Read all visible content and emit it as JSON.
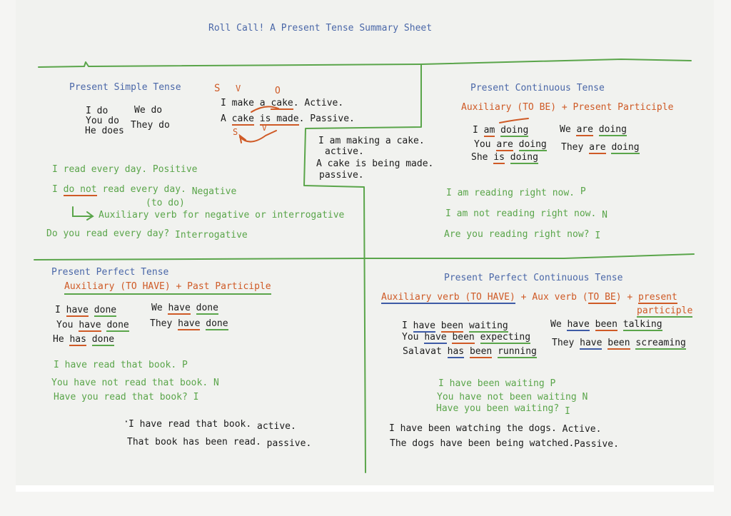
{
  "title": "Roll Call! A Present Tense Summary Sheet",
  "colors": {
    "heading": "#4a67a8",
    "formula": "#cf5a26",
    "example": "#5aa54a",
    "text": "#1c1c1c",
    "line": "#5aa54a"
  },
  "simple": {
    "heading": "Present Simple Tense",
    "svo": [
      "S",
      "V",
      "O",
      "S",
      "V"
    ],
    "pron1": "I do",
    "pron2": "You do",
    "pron3": "He does",
    "pron4": "We do",
    "pron5": "They do",
    "active_words": [
      "I make a ",
      "cake",
      ". Active."
    ],
    "passive_words": [
      "A ",
      "cake",
      " ",
      "is made",
      ". Passive."
    ],
    "positive": "I read every day.",
    "positive_tag": "Positive",
    "negative_pre": "I ",
    "negative_do": "do not",
    "negative_post": " read every day.",
    "negative_tag": "Negative",
    "to_do": "(to do)",
    "arrow_note": "Auxiliary verb for negative or interrogative",
    "interrogative": "Do you read every day?",
    "interrogative_tag": "Interrogative"
  },
  "continuous_passive": {
    "line1": "I am making a cake.",
    "line2": "active.",
    "line3": "A cake is being made.",
    "line4": "passive."
  },
  "continuous": {
    "heading": "Present Continuous Tense",
    "formula": "Auxiliary (TO BE) + Present Participle",
    "c1": [
      "I ",
      "am",
      " ",
      "doing"
    ],
    "c2": [
      "You ",
      "are",
      " ",
      "doing"
    ],
    "c3": [
      "She ",
      "is",
      " ",
      "doing"
    ],
    "c4": [
      "We ",
      "are",
      " ",
      "doing"
    ],
    "c5": [
      "They ",
      "are",
      " ",
      "doing"
    ],
    "positive": "I am reading right now.",
    "positive_tag": "P",
    "negative": "I am not reading right now.",
    "negative_tag": "N",
    "interrogative": "Are you reading right now?",
    "interrogative_tag": "I"
  },
  "perfect": {
    "heading": "Present Perfect Tense",
    "formula": "Auxiliary (TO HAVE) + Past Participle",
    "p1": [
      "I ",
      "have",
      " ",
      "done"
    ],
    "p2": [
      "You ",
      "have",
      " ",
      "done"
    ],
    "p3": [
      "He ",
      "has",
      " ",
      "done"
    ],
    "p4": [
      "We ",
      "have",
      " ",
      "done"
    ],
    "p5": [
      "They ",
      "have",
      " ",
      "done"
    ],
    "positive": "I have read that book. P",
    "negative": "You have not read that book. N",
    "interrogative": "Have you read that book? I",
    "active": "I have read that book.",
    "active_tag": "active.",
    "passive": "That book has been read.",
    "passive_tag": "passive."
  },
  "perfect_continuous": {
    "heading": "Present Perfect Continuous Tense",
    "formula_a": "Auxiliary verb (TO HAVE)",
    "formula_b": " + Aux verb (",
    "formula_c": "TO BE",
    "formula_d": ") + ",
    "formula_e": "present",
    "formula_f": "participle",
    "q1": [
      "I ",
      "have",
      " ",
      "been",
      " ",
      "waiting"
    ],
    "q2": [
      "You ",
      "have",
      " ",
      "been",
      " ",
      "expecting"
    ],
    "q3": [
      "Salavat ",
      "has",
      " ",
      "been",
      " ",
      "running"
    ],
    "q4": [
      "We ",
      "have",
      " ",
      "been",
      " ",
      "talking"
    ],
    "q5": [
      "They ",
      "have",
      " ",
      "been",
      " ",
      "screaming"
    ],
    "positive": "I have been waiting P",
    "negative": "You have not been waiting N",
    "interrogative": "Have you been waiting?",
    "interrogative_tag": "I",
    "active": "I have been watching the dogs.",
    "active_tag": "Active.",
    "passive": "The dogs have been being watched.",
    "passive_tag": "Passive."
  }
}
